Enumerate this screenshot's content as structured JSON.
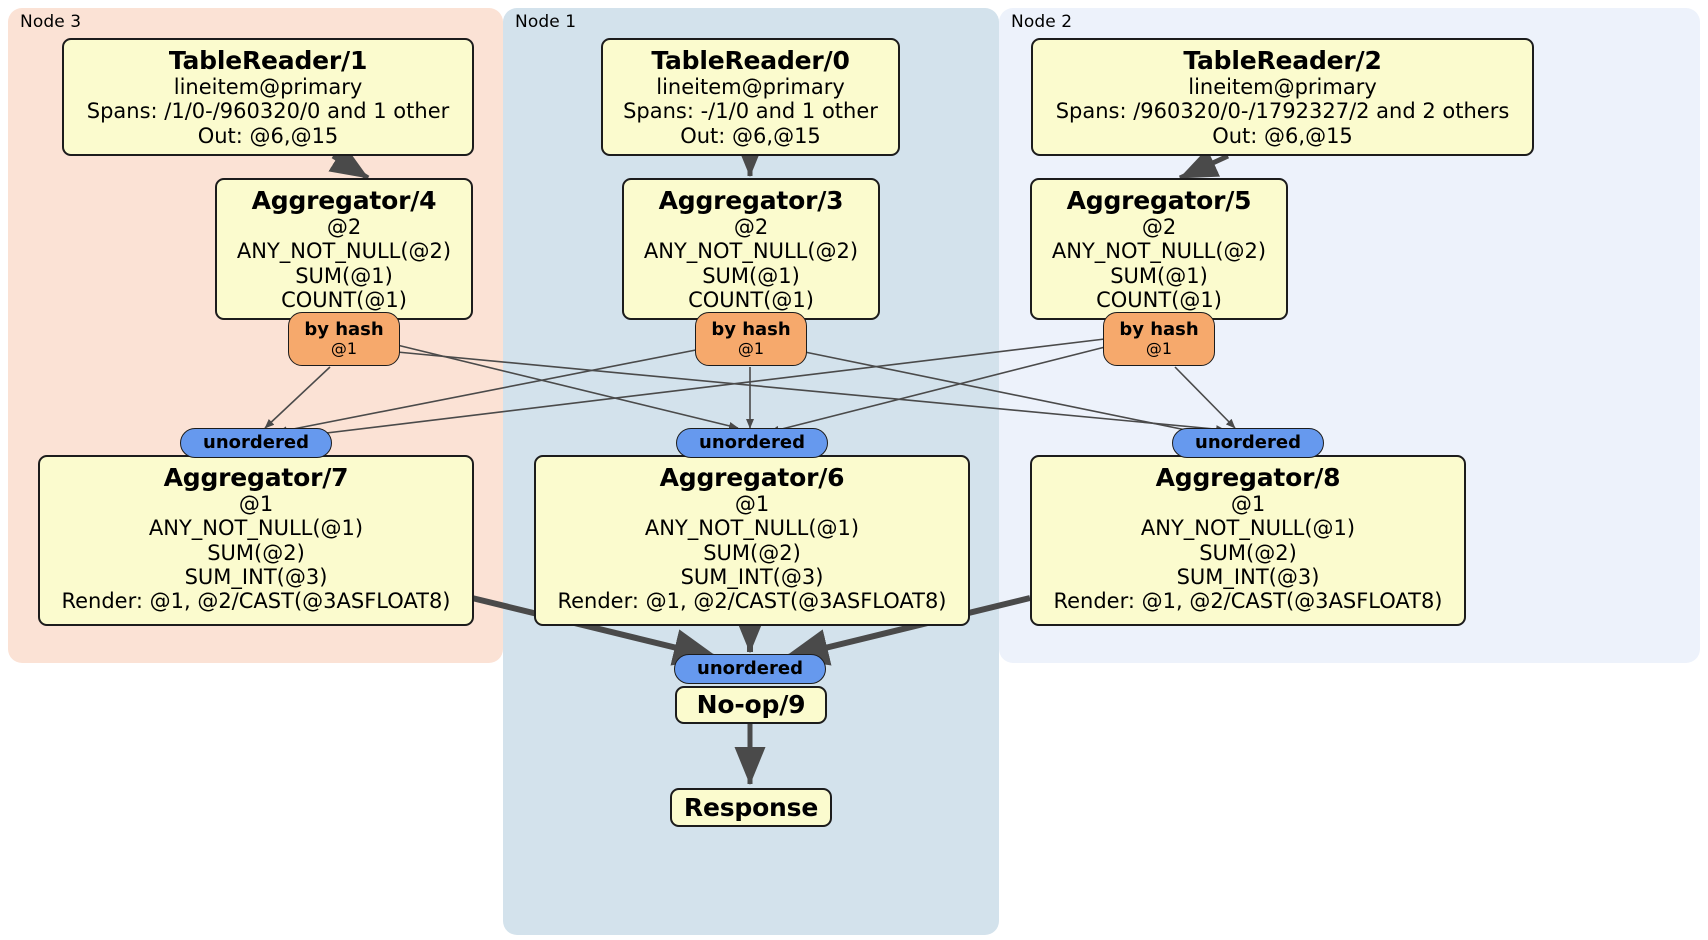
{
  "diagram": {
    "type": "distributed-query-execution-plan",
    "colors": {
      "node3_panel": "#fbe2d5",
      "node1_panel": "#d3e2ec",
      "node2_panel": "#edf2fb",
      "processor_box": "#fbfbce",
      "hash_router": "#f6a96c",
      "synchronizer": "#6699ee",
      "edge": "#4a4a4a",
      "outline": "#1c1c1c"
    },
    "nodes": [
      {
        "id": "node3",
        "label": "Node 3"
      },
      {
        "id": "node1",
        "label": "Node 1"
      },
      {
        "id": "node2",
        "label": "Node 2"
      }
    ],
    "processors": {
      "tablereader_1": {
        "title": "TableReader/1",
        "lines": [
          "lineitem@primary",
          "Spans: /1/0-/960320/0 and 1 other",
          "Out: @6,@15"
        ]
      },
      "tablereader_0": {
        "title": "TableReader/0",
        "lines": [
          "lineitem@primary",
          "Spans: -/1/0 and 1 other",
          "Out: @6,@15"
        ]
      },
      "tablereader_2": {
        "title": "TableReader/2",
        "lines": [
          "lineitem@primary",
          "Spans: /960320/0-/1792327/2 and 2 others",
          "Out: @6,@15"
        ]
      },
      "aggregator_4": {
        "title": "Aggregator/4",
        "lines": [
          "@2",
          "ANY_NOT_NULL(@2)",
          "SUM(@1)",
          "COUNT(@1)"
        ]
      },
      "aggregator_3": {
        "title": "Aggregator/3",
        "lines": [
          "@2",
          "ANY_NOT_NULL(@2)",
          "SUM(@1)",
          "COUNT(@1)"
        ]
      },
      "aggregator_5": {
        "title": "Aggregator/5",
        "lines": [
          "@2",
          "ANY_NOT_NULL(@2)",
          "SUM(@1)",
          "COUNT(@1)"
        ]
      },
      "aggregator_7": {
        "title": "Aggregator/7",
        "lines": [
          "@1",
          "ANY_NOT_NULL(@1)",
          "SUM(@2)",
          "SUM_INT(@3)",
          "Render: @1, @2/CAST(@3ASFLOAT8)"
        ]
      },
      "aggregator_6": {
        "title": "Aggregator/6",
        "lines": [
          "@1",
          "ANY_NOT_NULL(@1)",
          "SUM(@2)",
          "SUM_INT(@3)",
          "Render: @1, @2/CAST(@3ASFLOAT8)"
        ]
      },
      "aggregator_8": {
        "title": "Aggregator/8",
        "lines": [
          "@1",
          "ANY_NOT_NULL(@1)",
          "SUM(@2)",
          "SUM_INT(@3)",
          "Render: @1, @2/CAST(@3ASFLOAT8)"
        ]
      },
      "noop_9": {
        "title": "No-op/9",
        "lines": []
      },
      "response": {
        "title": "Response",
        "lines": []
      }
    },
    "routers": {
      "hash_4": {
        "type": "by hash",
        "key": "@1"
      },
      "hash_3": {
        "type": "by hash",
        "key": "@1"
      },
      "hash_5": {
        "type": "by hash",
        "key": "@1"
      }
    },
    "synchronizers": {
      "sync_7": {
        "type": "unordered"
      },
      "sync_6": {
        "type": "unordered"
      },
      "sync_8": {
        "type": "unordered"
      },
      "sync_9": {
        "type": "unordered"
      }
    }
  }
}
